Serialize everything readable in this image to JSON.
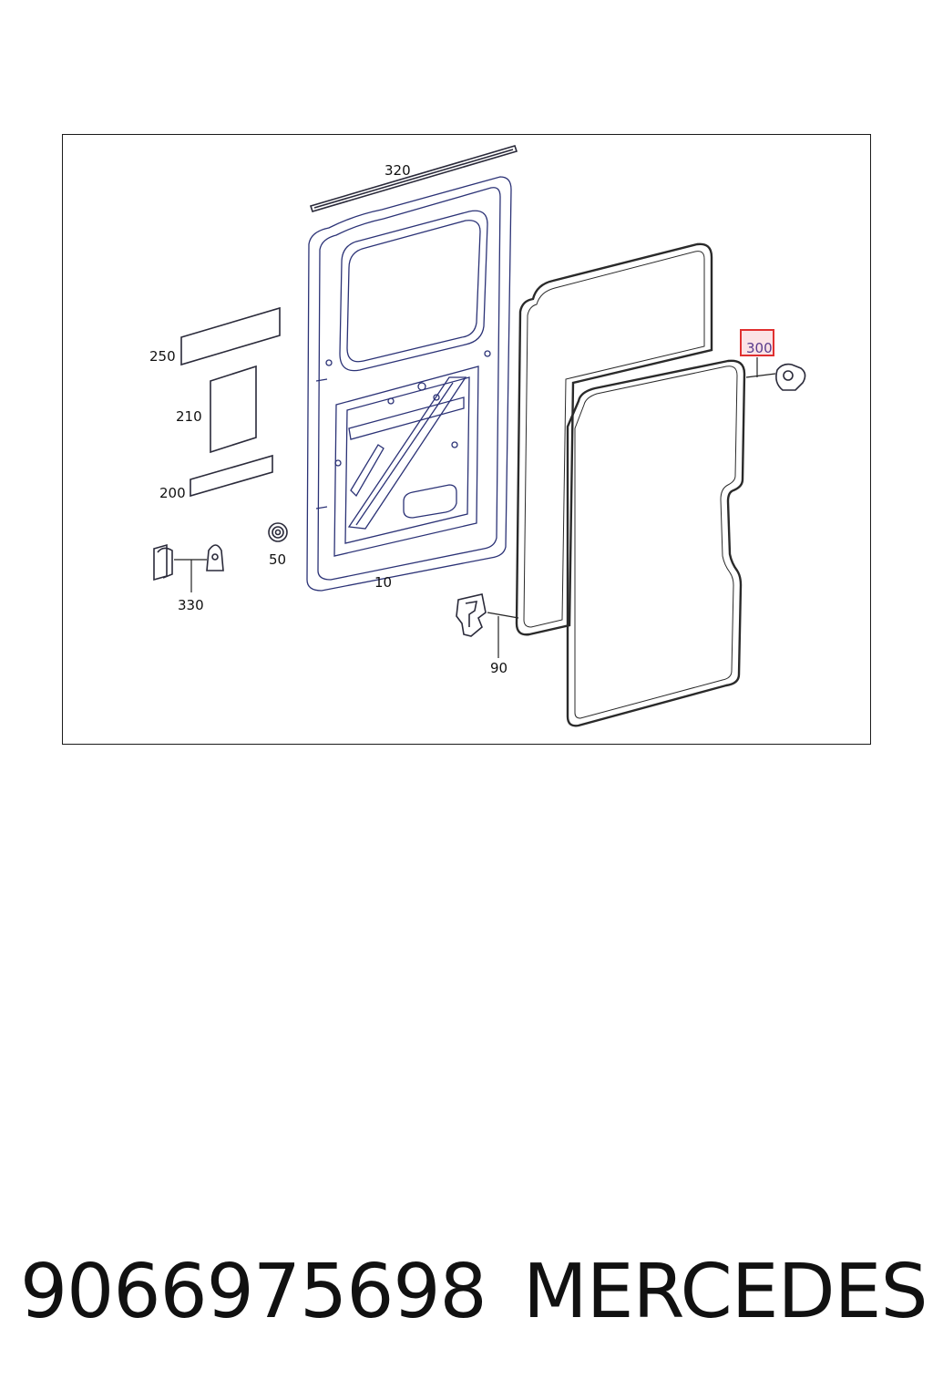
{
  "diagram": {
    "callouts": {
      "c320": "320",
      "c250": "250",
      "c210": "210",
      "c200": "200",
      "c50": "50",
      "c10": "10",
      "c330": "330",
      "c90": "90",
      "c300": "300"
    },
    "highlight_color": "#e03030",
    "highlight_fill": "#fbe3e6"
  },
  "footer": {
    "part_number": "9066975698",
    "brand": "MERCEDES"
  }
}
